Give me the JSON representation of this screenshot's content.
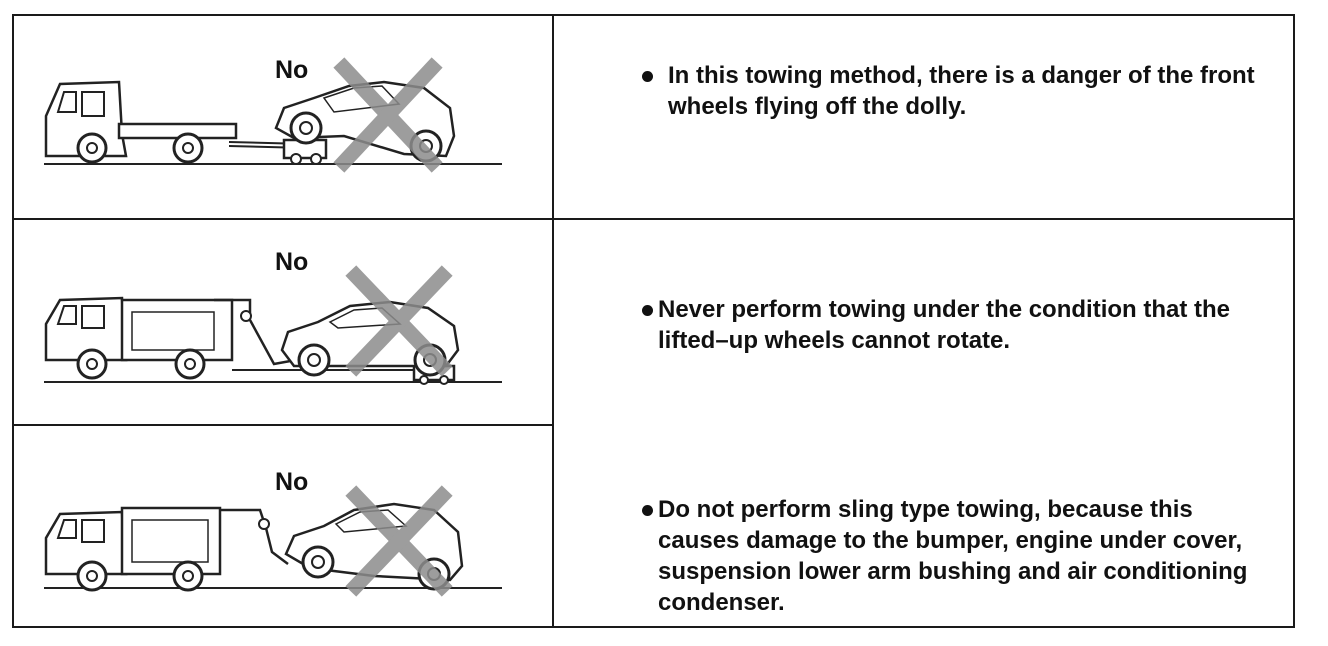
{
  "rows": [
    {
      "no_label": "No",
      "text": "In this towing method, there is a danger of the front wheels flying off the dolly.",
      "illustration": "tow-truck-with-dolly",
      "x_mark_icon": "x-mark-icon"
    },
    {
      "no_label": "No",
      "text": "Never perform towing under the condition that the lifted–up wheels cannot rotate.",
      "illustration": "wheel-lift-tow-truck",
      "x_mark_icon": "x-mark-icon"
    },
    {
      "no_label": "No",
      "text": "Do not perform sling type towing, because this causes damage to the bumper, engine under cover, suspension lower arm bushing and air conditioning condenser.",
      "illustration": "sling-tow-truck",
      "x_mark_icon": "x-mark-icon"
    }
  ],
  "colors": {
    "border": "#1a1a1a",
    "text": "#111111",
    "x_mark": "#8c8c8c"
  }
}
